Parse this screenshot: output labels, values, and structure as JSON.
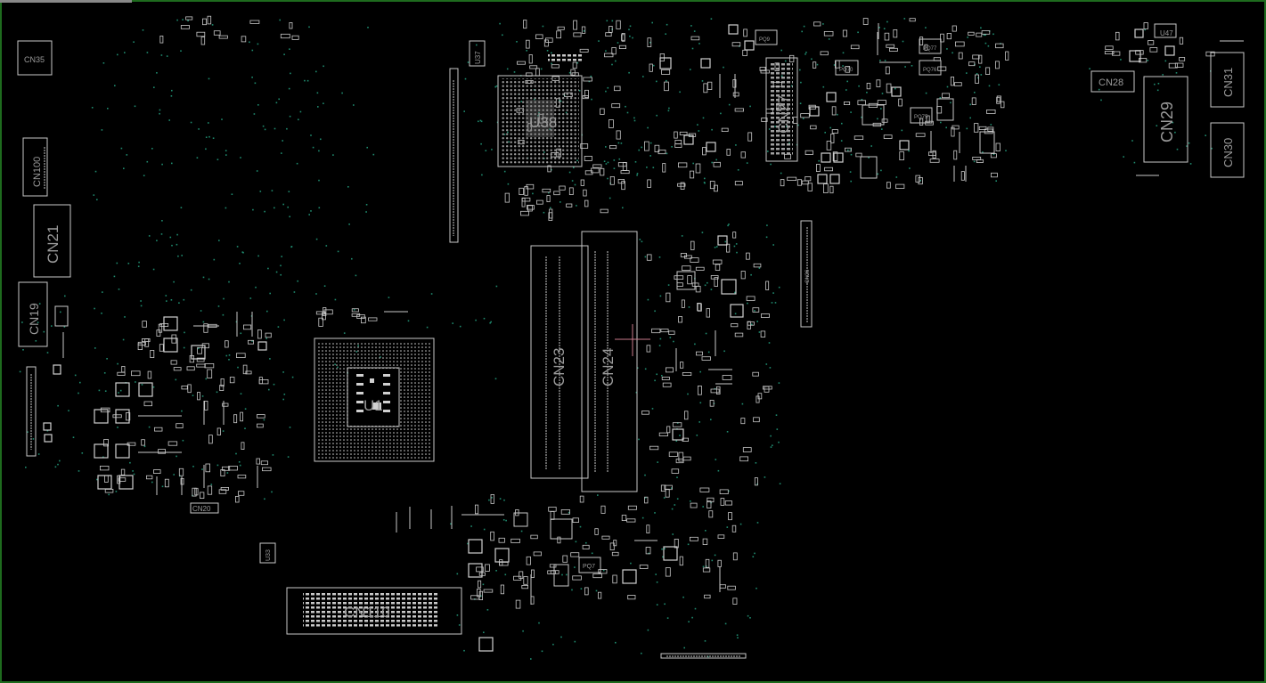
{
  "colors": {
    "background": "#000000",
    "board_border": "#1e6b1e",
    "outline": "#c8c8c8",
    "label": "#9a9a9a",
    "via": "#1f8a6e",
    "cursor": "#c87a8a"
  },
  "labels": {
    "cn35": "CN35",
    "u37": "U37",
    "u38": "U38",
    "cn27": "CN27",
    "pq9": "PQ9",
    "pq70": "PQ70",
    "pq76": "PQ76",
    "pq77": "PQ77",
    "pq75": "PQ75",
    "u47": "U47",
    "cn31": "CN31",
    "cn28": "CN28",
    "cn29": "CN29",
    "cn30": "CN30",
    "cn100": "CN100",
    "cn21": "CN21",
    "cn19": "CN19",
    "cn26": "CN26",
    "cn23": "CN23",
    "cn24": "CN24",
    "u1": "U1",
    "cn20": "CN20",
    "u33": "U33",
    "pq7": "PQ7",
    "cn110": "CN110"
  }
}
